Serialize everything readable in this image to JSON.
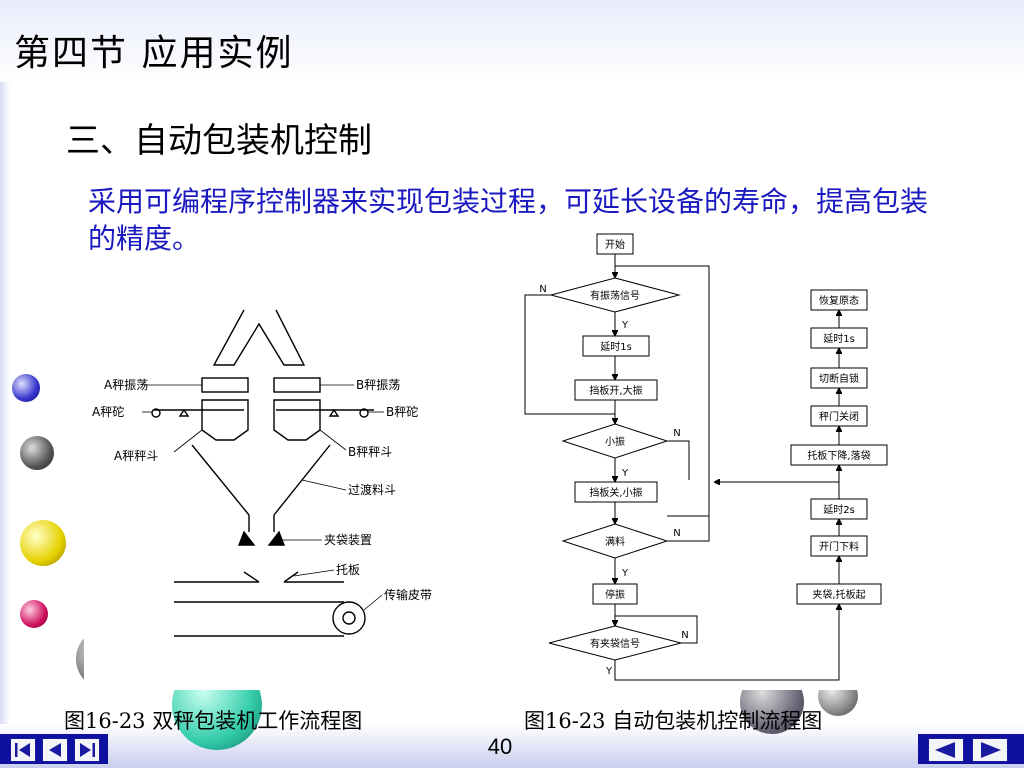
{
  "slide": {
    "section_title": "第四节  应用实例",
    "subtitle": "三、自动包装机控制",
    "paragraph": "采用可编程序控制器来实现包装过程，可延长设备的寿命，提高包装的精度。",
    "page_number": "40"
  },
  "figure_left": {
    "caption": "图16-23 双秤包装机工作流程图",
    "labels": {
      "a_vibrate": "A秤振荡",
      "b_vibrate": "B秤振荡",
      "a_weight": "A秤砣",
      "b_weight": "B秤砣",
      "a_hopper": "A秤秤斗",
      "b_hopper": "B秤秤斗",
      "transition": "过渡料斗",
      "clamp": "夹袋装置",
      "plate": "托板",
      "belt": "传输皮带"
    }
  },
  "figure_right": {
    "caption": "图16-23 自动包装机控制流程图",
    "nodes": {
      "start": "开始",
      "vib_signal": "有振荡信号",
      "delay1": "延时1s",
      "open_big": "挡板开,大振",
      "small_vib": "小振",
      "close_small": "挡板关,小振",
      "full": "满料",
      "stop_vib": "停振",
      "bag_signal": "有夹袋信号",
      "restore": "恢复原态",
      "delay1r": "延时1s",
      "cut_lock": "切断自锁",
      "door_close": "秤门关闭",
      "plate_down": "托板下降,落袋",
      "delay2": "延时2s",
      "door_open": "开门下料",
      "clamp_lift": "夹袋,托板起"
    },
    "branch": {
      "yes": "Y",
      "no": "N"
    }
  },
  "colors": {
    "paragraph": "#1a1ac0",
    "nav": "#1010a0"
  }
}
